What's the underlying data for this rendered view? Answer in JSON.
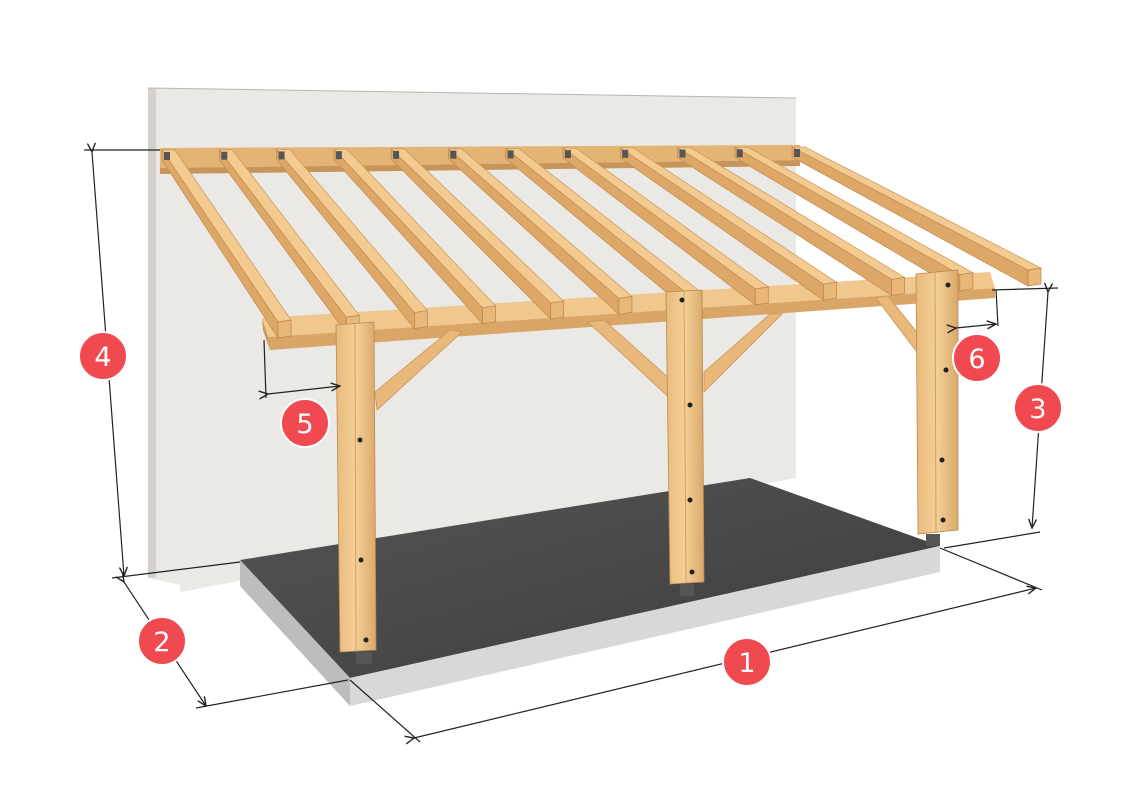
{
  "colors": {
    "wall": "#ebe9e5",
    "wall_edge": "#cfccc7",
    "slab_top": "#4a4a4a",
    "slab_side": "#d6d6d6",
    "wood_light": "#f2c88e",
    "wood_mid": "#e0b173",
    "wood_dark": "#c79558",
    "dimension_line": "#222222",
    "badge_fill": "#f04a50",
    "badge_stroke": "#ffffff",
    "badge_text": "#ffffff"
  },
  "markers": [
    {
      "id": "1",
      "label": "1"
    },
    {
      "id": "2",
      "label": "2"
    },
    {
      "id": "3",
      "label": "3"
    },
    {
      "id": "4",
      "label": "4"
    },
    {
      "id": "5",
      "label": "5"
    },
    {
      "id": "6",
      "label": "6"
    }
  ]
}
